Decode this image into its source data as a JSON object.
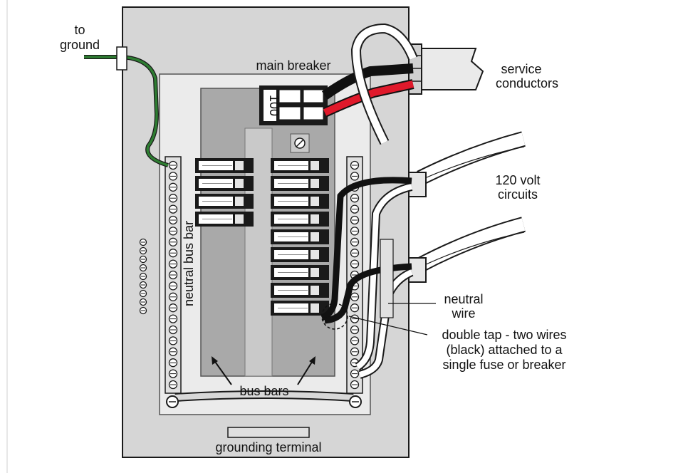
{
  "labels": {
    "to_ground": [
      "to",
      "ground"
    ],
    "main_breaker": "main breaker",
    "breaker_rating": "100",
    "service_conductors": [
      "service",
      "conductors"
    ],
    "circuits_120v": [
      "120 volt",
      "circuits"
    ],
    "neutral_bus_bar": "neutral bus bar",
    "neutral_wire": [
      "neutral",
      "wire"
    ],
    "double_tap": [
      "double tap - two wires",
      "(black) attached to a",
      "single fuse or breaker"
    ],
    "bus_bars": "bus bars",
    "grounding_terminal": "grounding terminal"
  },
  "colors": {
    "panel": "#d6d6d6",
    "panel_inner": "#e9e9e9",
    "bus_bar": "#a9a9a9",
    "outline": "#1a1a1a",
    "ground_wire": "#2e7d32",
    "hot_black": "#111111",
    "hot_red": "#e0192b",
    "neutral_white": "#ffffff"
  }
}
